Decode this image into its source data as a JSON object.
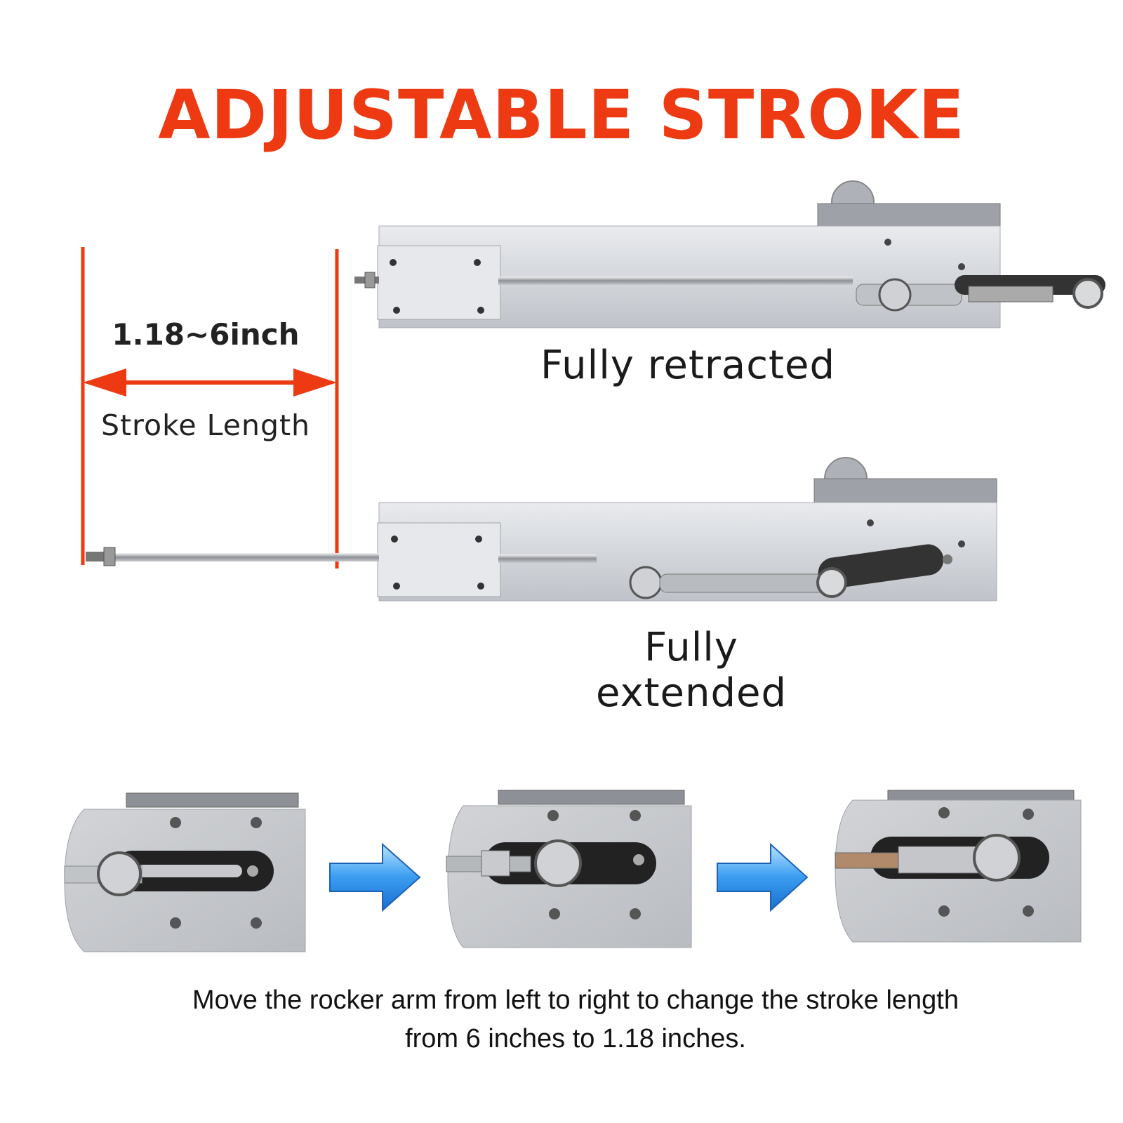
{
  "title": "ADJUSTABLE STROKE",
  "dimension": {
    "value": "1.18~6inch",
    "label": "Stroke Length"
  },
  "states": {
    "retracted": "Fully retracted",
    "extended": "Fully extended"
  },
  "caption": {
    "line1": "Move the rocker arm from left to right to change the stroke length",
    "line2": "from 6 inches to 1.18 inches."
  },
  "colors": {
    "accent": "#ee3a12",
    "arrow": "#2f8fe0"
  }
}
